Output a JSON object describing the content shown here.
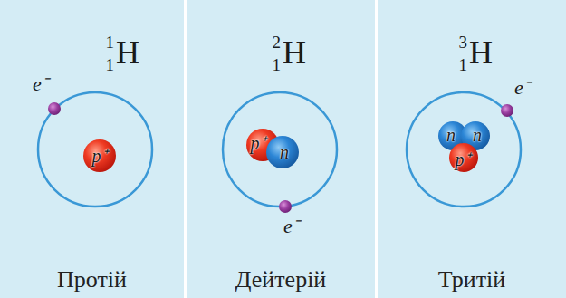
{
  "diagram": {
    "nodes": [
      {
        "text": [
          "1",
          "1",
          "H",
          "Протій"
        ]
      },
      {
        "text": [
          "e⁻"
        ],
        "in": 0
      },
      {
        "text": [
          "p⁺"
        ],
        "in": 0
      },
      {
        "text": [
          "2",
          "1",
          "H",
          "Дейтерій"
        ]
      },
      {
        "text": [
          "p⁺"
        ],
        "in": 3
      },
      {
        "text": [
          "n"
        ],
        "in": 3
      },
      {
        "text": [
          "e⁻"
        ],
        "in": 3
      },
      {
        "text": [
          "3",
          "1",
          "H",
          "Тритій"
        ]
      },
      {
        "text": [
          "e⁻"
        ],
        "in": 7
      },
      {
        "text": [
          "n"
        ],
        "in": 7
      },
      {
        "text": [
          "n"
        ],
        "in": 7
      },
      {
        "text": [
          "p⁺"
        ],
        "in": 7
      }
    ]
  }
}
